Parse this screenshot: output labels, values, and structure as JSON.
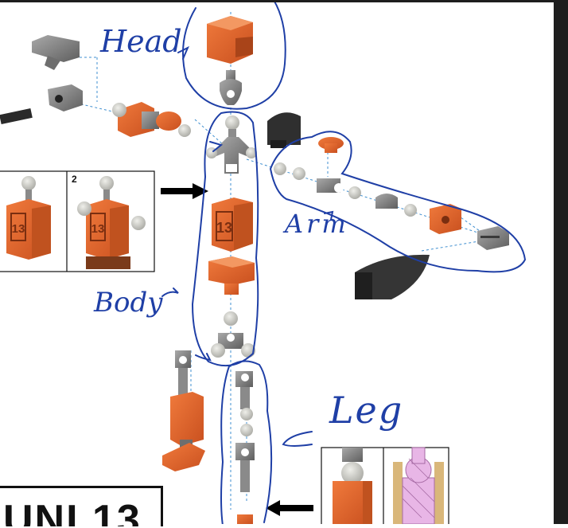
{
  "annotations": {
    "head": "Head",
    "arm": "Arm",
    "body": "Body",
    "leg": "Leg"
  },
  "steps": {
    "step_two": "2"
  },
  "part_label": "13",
  "title": "UNI 13",
  "colors": {
    "ink": "#1f3fa6",
    "orange": "#e0602a",
    "orange_dark": "#b94a1c",
    "grey": "#8a8a8a",
    "grey_dark": "#4a4a4a",
    "ball": "#c9c9c4",
    "pink": "#e8b6e6",
    "wood": "#d9b77a"
  },
  "icons": [
    "arrow-right-icon",
    "arrow-left-icon"
  ]
}
